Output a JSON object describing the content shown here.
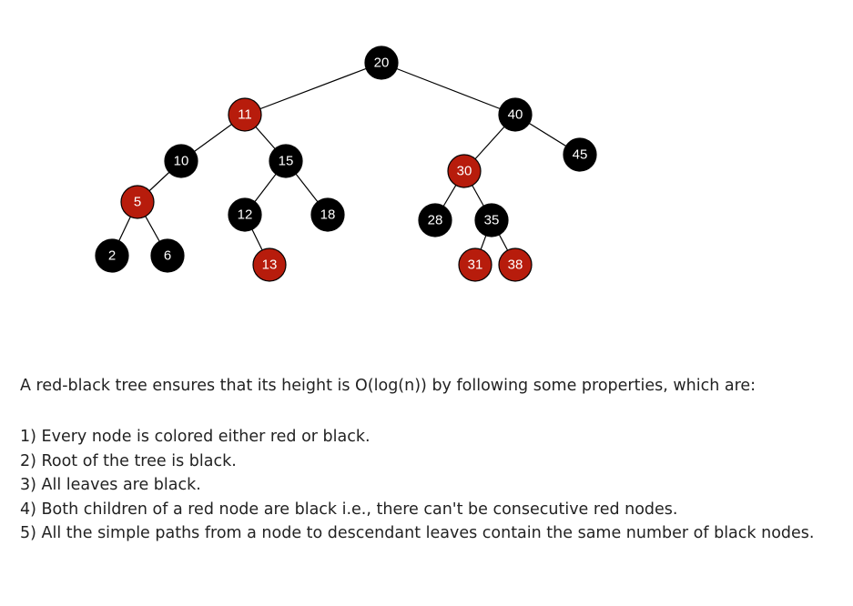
{
  "colors": {
    "red": "#b71c0c",
    "black": "#000000",
    "label": "#ffffff",
    "edge": "#000000"
  },
  "tree": {
    "nodes": [
      {
        "id": "20",
        "label": "20",
        "color": "black"
      },
      {
        "id": "11",
        "label": "11",
        "color": "red"
      },
      {
        "id": "40",
        "label": "40",
        "color": "black"
      },
      {
        "id": "10",
        "label": "10",
        "color": "black"
      },
      {
        "id": "15",
        "label": "15",
        "color": "black"
      },
      {
        "id": "30",
        "label": "30",
        "color": "red"
      },
      {
        "id": "45",
        "label": "45",
        "color": "black"
      },
      {
        "id": "5",
        "label": "5",
        "color": "red"
      },
      {
        "id": "12",
        "label": "12",
        "color": "black"
      },
      {
        "id": "18",
        "label": "18",
        "color": "black"
      },
      {
        "id": "28",
        "label": "28",
        "color": "black"
      },
      {
        "id": "35",
        "label": "35",
        "color": "black"
      },
      {
        "id": "2",
        "label": "2",
        "color": "black"
      },
      {
        "id": "6",
        "label": "6",
        "color": "black"
      },
      {
        "id": "13",
        "label": "13",
        "color": "red"
      },
      {
        "id": "31",
        "label": "31",
        "color": "red"
      },
      {
        "id": "38",
        "label": "38",
        "color": "red"
      }
    ],
    "edges": [
      [
        "20",
        "11"
      ],
      [
        "20",
        "40"
      ],
      [
        "11",
        "10"
      ],
      [
        "11",
        "15"
      ],
      [
        "10",
        "5"
      ],
      [
        "5",
        "2"
      ],
      [
        "5",
        "6"
      ],
      [
        "15",
        "12"
      ],
      [
        "15",
        "18"
      ],
      [
        "12",
        "13"
      ],
      [
        "40",
        "30"
      ],
      [
        "40",
        "45"
      ],
      [
        "30",
        "28"
      ],
      [
        "30",
        "35"
      ],
      [
        "35",
        "31"
      ],
      [
        "35",
        "38"
      ]
    ]
  },
  "text": {
    "intro": "A red-black tree ensures that its height is O(log(n)) by following some properties, which are:",
    "properties": [
      "1) Every node is colored either red or black.",
      "2) Root of the tree is black.",
      "3) All leaves are black.",
      "4) Both children of a red node are black i.e., there can't be consecutive red nodes.",
      "5) All the simple paths from a node to descendant leaves contain the same number of black nodes."
    ]
  }
}
